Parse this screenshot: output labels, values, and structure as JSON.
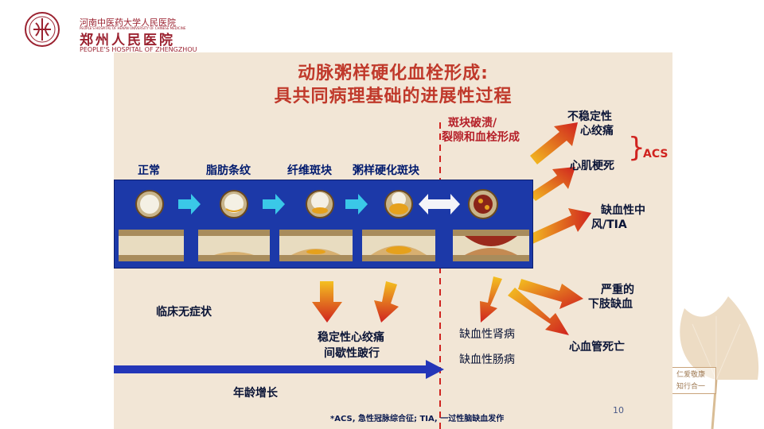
{
  "logo": {
    "cn_small": "河南中医药大学人民医院",
    "en_small": "PEOPLE'S HOSPITAL OF HENAN UNIVERSITY OF CHINESE MEDICINE",
    "cn_big": "郑州人民医院",
    "en_big": "PEOPLE'S HOSPITAL OF ZHENGZHOU"
  },
  "title": {
    "line1": "动脉粥样硬化血栓形成:",
    "line2": "具共同病理基础的进展性过程"
  },
  "stages": [
    "正常",
    "脂肪条纹",
    "纤维斑块",
    "粥样硬化斑块"
  ],
  "rupture_label": [
    "斑块破溃/",
    "裂隙和血栓形成"
  ],
  "outcomes": {
    "unstable": [
      "不稳定性",
      "心绞痛"
    ],
    "mi": "心肌梗死",
    "acs": "ACS",
    "stroke": [
      "缺血性中",
      "风/TIA"
    ],
    "limb": [
      "严重的",
      "下肢缺血"
    ],
    "cardiac_death": "心血管死亡"
  },
  "clinical": {
    "asymptomatic": "临床无症状",
    "stable": [
      "稳定性心绞痛",
      "间歇性跛行"
    ],
    "renal": "缺血性肾病",
    "intestinal": "缺血性肠病"
  },
  "age_label": "年龄增长",
  "footnote": "*ACS, 急性冠脉综合征; TIA, 一过性脑缺血发作",
  "page_number": "10",
  "stamp": [
    "仁爱敬康",
    "知行合一"
  ],
  "colors": {
    "title": "#c0392b",
    "panel": "#1c39a8",
    "arrow_red": "#d0231f",
    "arrow_yellow": "#f4c020",
    "age_arrow": "#2436b8",
    "brand": "#9b2230"
  }
}
